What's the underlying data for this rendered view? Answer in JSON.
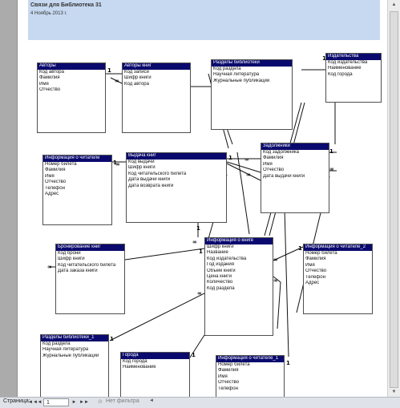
{
  "report": {
    "title": "Связи для Библиотека 31",
    "date": "4 Ноябрь 2013 г."
  },
  "tables": [
    {
      "name": "Авторы",
      "fields": [
        "Код автора",
        "Фамилия",
        "Имя",
        "Отчество"
      ]
    },
    {
      "name": "Авторы книг",
      "fields": [
        "Код записи",
        "Шифр книги",
        "Код автора"
      ]
    },
    {
      "name": "Разделы библиотеки",
      "fields": [
        "Код раздела",
        "Научная литература",
        "Журнальные публикации"
      ]
    },
    {
      "name": "Издательства",
      "fields": [
        "Код издательства",
        "Наименование",
        "Код города"
      ]
    },
    {
      "name": "Информация о читателе",
      "fields": [
        "Номер билета",
        "Фамилия",
        "Имя",
        "Отчество",
        "Телефон",
        "Адрес"
      ]
    },
    {
      "name": "Выдача книг",
      "fields": [
        "Код выдачи",
        "Шифр книги",
        "Код читательского билета",
        "Дата выдачи книги",
        "Дата возврата книги"
      ]
    },
    {
      "name": "Задолжники",
      "fields": [
        "Код задолжника",
        "Фамилия",
        "Имя",
        "Отчество",
        "Дата выдачи книги"
      ]
    },
    {
      "name": "Бронирование книг",
      "fields": [
        "Код брони",
        "Шифр книги",
        "Код читательского билета",
        "Дата заказа книги"
      ]
    },
    {
      "name": "Информация о книге",
      "fields": [
        "Шифр книги",
        "Название",
        "Код издательства",
        "Год издания",
        "Объем книги",
        "Цена книги",
        "Количество",
        "Код раздела"
      ]
    },
    {
      "name": "Информация о читателе_2",
      "fields": [
        "Номер билета",
        "Фамилия",
        "Имя",
        "Отчество",
        "Телефон",
        "Адрес"
      ]
    },
    {
      "name": "Разделы библиотеки_1",
      "fields": [
        "Код раздела",
        "Научная литература",
        "Журнальные публикации"
      ]
    },
    {
      "name": "Города",
      "fields": [
        "Код города",
        "Наименование"
      ]
    },
    {
      "name": "Информация о читателе_1",
      "fields": [
        "Номер билета",
        "Фамилия",
        "Имя",
        "Отчество",
        "Телефон"
      ]
    }
  ],
  "cardinality": {
    "one": "1",
    "many": "∞"
  },
  "statusbar": {
    "page_label": "Страница:",
    "page_value": "1",
    "first": "◄◄",
    "prev": "◄",
    "next": "►",
    "last": "►►",
    "filter": "Нет фильтра"
  }
}
